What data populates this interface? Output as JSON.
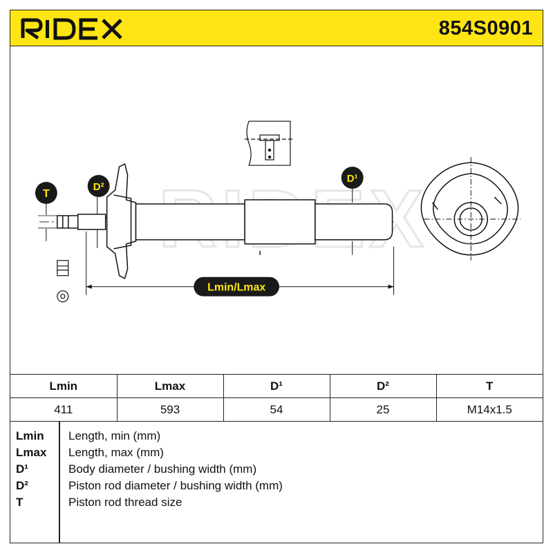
{
  "brand": {
    "name": "RIDEX"
  },
  "part_number": "854S0901",
  "drawing": {
    "labels": {
      "T": "T",
      "D2": "D²",
      "D1": "D¹",
      "length": "Lmin/Lmax"
    },
    "watermark": "RIDEX"
  },
  "specs": {
    "headers": [
      "Lmin",
      "Lmax",
      "D¹",
      "D²",
      "T"
    ],
    "values": [
      "411",
      "593",
      "54",
      "25",
      "M14x1.5"
    ]
  },
  "legend": [
    {
      "key": "Lmin",
      "desc": "Length, min (mm)"
    },
    {
      "key": "Lmax",
      "desc": "Length, max (mm)"
    },
    {
      "key": "D¹",
      "desc": "Body diameter / bushing width (mm)"
    },
    {
      "key": "D²",
      "desc": "Piston rod diameter / bushing width (mm)"
    },
    {
      "key": "T",
      "desc": "Piston rod thread size"
    }
  ],
  "colors": {
    "accent": "#ffe512",
    "ink": "#111111",
    "badge": "#1a1a1a"
  }
}
